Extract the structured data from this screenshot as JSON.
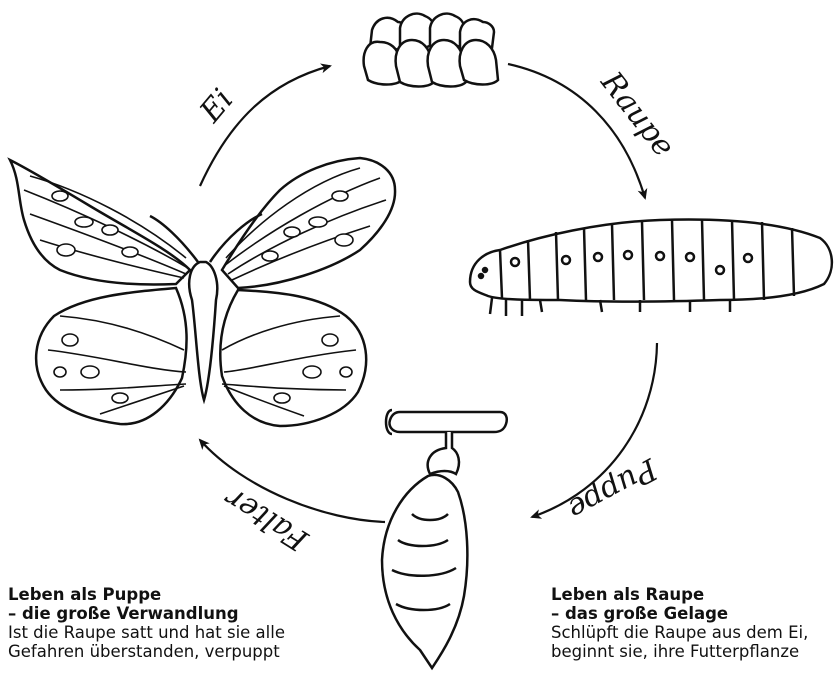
{
  "stages": {
    "ei": "Ei",
    "raupe": "Raupe",
    "puppe": "Puppe",
    "falter": "Falter"
  },
  "left_block": {
    "heading1": "Leben als Puppe",
    "heading2": "– die große Verwandlung",
    "line1": "Ist die Raupe satt und hat sie alle",
    "line2": "Gefahren überstanden, verpuppt"
  },
  "right_block": {
    "heading1": "Leben als Raupe",
    "heading2": "– das große Gelage",
    "line1": "Schlüpft die Raupe aus dem Ei,",
    "line2": "beginnt sie, ihre Futterpflanze"
  },
  "colors": {
    "ink": "#111111",
    "paper": "#ffffff"
  }
}
